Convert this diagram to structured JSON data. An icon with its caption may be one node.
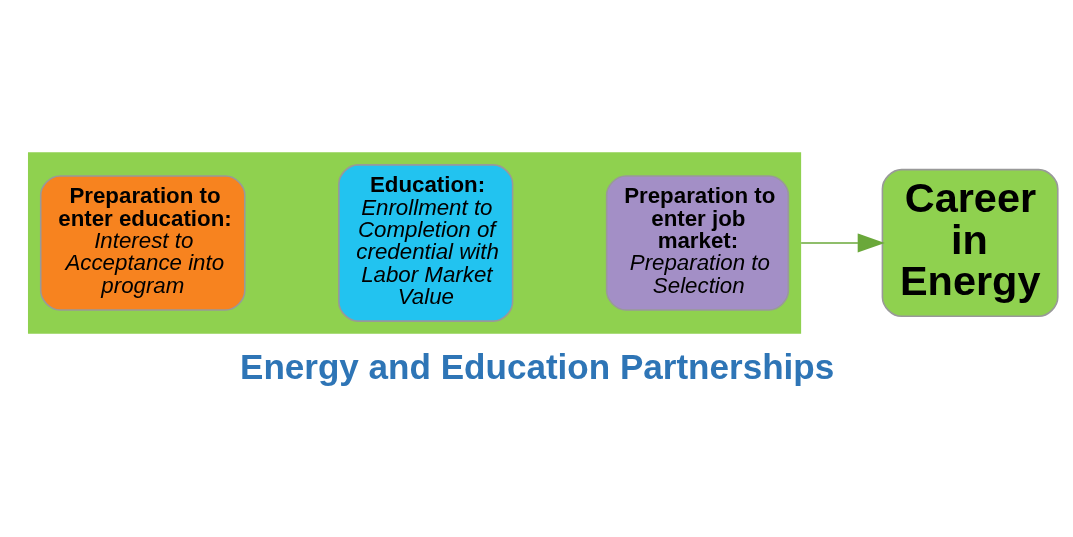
{
  "diagram": {
    "caption": "Energy and Education Partnerships",
    "nodes": [
      {
        "text": [],
        "shape": "arrow"
      },
      {
        "text": [
          "Preparation to enter education:",
          "Interest to Acceptance into program"
        ],
        "in": 0
      },
      {
        "text": [
          "Education:",
          "Enrollment to Completion of credential with Labor Market Value"
        ],
        "in": 0
      },
      {
        "text": [
          "Preparation to enter job market:",
          "Preparation to Selection"
        ],
        "in": 0
      },
      {
        "text": [
          "Career in Energy"
        ]
      }
    ],
    "edges": [
      {
        "from": 0,
        "to": 4,
        "arrow": "to"
      }
    ]
  }
}
